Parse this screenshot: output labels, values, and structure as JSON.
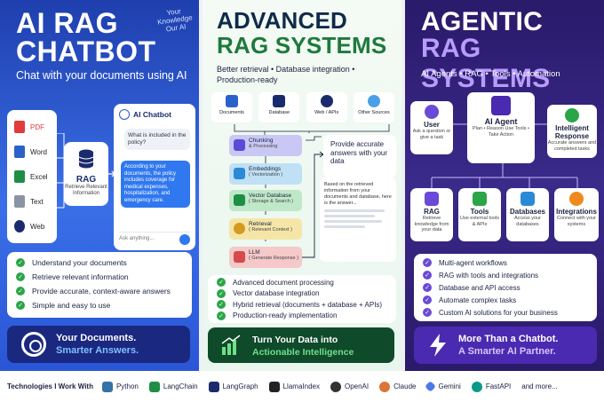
{
  "panel1": {
    "title_line1": "AI RAG",
    "title_line2": "CHATBOT",
    "tag": "Your Knowledge Our AI",
    "subtitle": "Chat with your documents using AI",
    "sources": [
      "PDF",
      "Word",
      "Excel",
      "Text",
      "Web"
    ],
    "rag_label": "RAG",
    "rag_desc": "Retrieve Relevant Information",
    "chat_title": "AI Chatbot",
    "chat_question": "What is included in the policy?",
    "chat_answer": "According to your documents, the policy includes coverage for medical expenses, hospitalization, and emergency care.",
    "chat_placeholder": "Ask anything...",
    "checks": [
      "Understand your documents",
      "Retrieve relevant information",
      "Provide accurate, context-aware answers",
      "Simple and easy to use"
    ],
    "bottom_line1": "Your Documents.",
    "bottom_line2": "Smarter Answers."
  },
  "panel2": {
    "title_line1": "ADVANCED",
    "title_line2": "RAG SYSTEMS",
    "subtitle": "Better retrieval • Database integration • Production-ready",
    "sources": [
      "Documents",
      "Database",
      "Web / APIs",
      "Other Sources"
    ],
    "steps": [
      {
        "title": "Chunking",
        "sub": "& Processing"
      },
      {
        "title": "Embeddings",
        "sub": "( Vectorization )"
      },
      {
        "title": "Vector Database",
        "sub": "( Storage & Search )"
      },
      {
        "title": "Retrieval",
        "sub": "( Relevant Context )"
      },
      {
        "title": "LLM",
        "sub": "( Generate Response )"
      }
    ],
    "provide": "Provide accurate answers with your data",
    "answer": "Based on the retrieved information from your documents and database, here is the answer...",
    "checks": [
      "Advanced document processing",
      "Vector database integration",
      "Hybrid retrieval (documents + database + APIs)",
      "Production-ready implementation"
    ],
    "bottom_line1": "Turn Your Data into",
    "bottom_line2": "Actionable Intelligence"
  },
  "panel3": {
    "title_line1": "AGENTIC",
    "title_line2": "RAG SYSTEMS",
    "subtitle": "AI Agents • RAG • Tools • Automation",
    "user_label": "User",
    "user_desc": "Ask a question or give a task",
    "agent_label": "AI Agent",
    "agent_desc": "Plan • Reason Use Tools • Take Action",
    "resp_label": "Intelligent Response",
    "resp_desc": "Accurate answers and completed tasks",
    "tools": [
      {
        "label": "RAG",
        "desc": "Retrieve knowledge from your data"
      },
      {
        "label": "Tools",
        "desc": "Use external tools & APIs"
      },
      {
        "label": "Databases",
        "desc": "Access your databases"
      },
      {
        "label": "Integrations",
        "desc": "Connect with your systems"
      }
    ],
    "checks": [
      "Multi-agent workflows",
      "RAG with tools and integrations",
      "Database and API access",
      "Automate complex tasks",
      "Custom AI solutions for your business"
    ],
    "bottom_line1": "More Than a Chatbot.",
    "bottom_line2": "A Smarter AI Partner."
  },
  "footer": {
    "lead": "Technologies I Work With",
    "techs": [
      "Python",
      "LangChain",
      "LangGraph",
      "LlamaIndex",
      "OpenAI",
      "Claude",
      "Gemini",
      "FastAPI",
      "and more..."
    ]
  },
  "colors": {
    "blue": "#2a56d6",
    "green": "#1e7a3c",
    "purple": "#6a4ad6"
  }
}
